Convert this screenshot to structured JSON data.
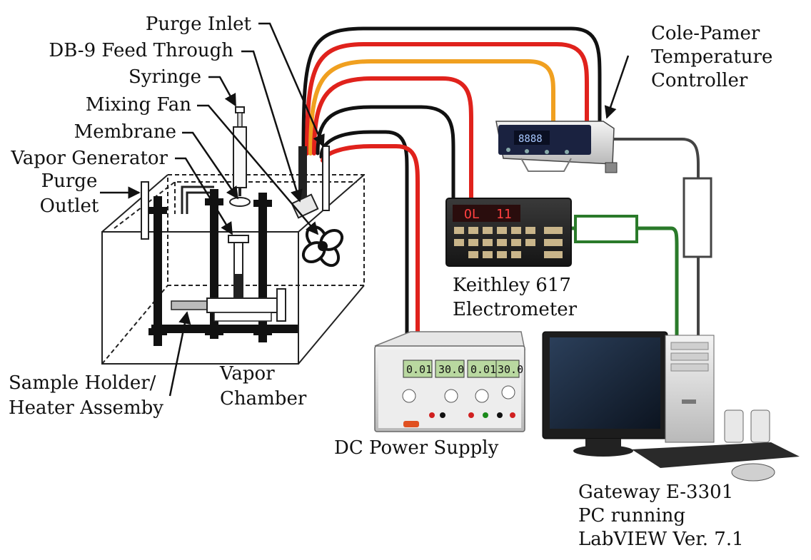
{
  "labels": {
    "purge_inlet": "Purge Inlet",
    "db9_feed_through": "DB-9 Feed Through",
    "syringe": "Syringe",
    "mixing_fan": "Mixing Fan",
    "membrane": "Membrane",
    "vapor_generator": "Vapor Generator",
    "purge_outlet_line1": "Purge",
    "purge_outlet_line2": "Outlet",
    "sample_holder_line1": "Sample Holder/",
    "sample_holder_line2": "Heater Assemby",
    "vapor_chamber_line1": "Vapor",
    "vapor_chamber_line2": "Chamber",
    "temp_ctrl_line1": "Cole-Pamer",
    "temp_ctrl_line2": "Temperature",
    "temp_ctrl_line3": "Controller",
    "electrometer_line1": "Keithley 617",
    "electrometer_line2": "Electrometer",
    "dc_power_supply": "DC Power Supply",
    "pc_line1": "Gateway E-3301",
    "pc_line2": "PC running",
    "pc_line3": "LabVIEW Ver. 7.1"
  },
  "devices": {
    "power_supply_readouts": [
      "0.01",
      "30.0",
      "0.01",
      "30.0"
    ],
    "electrometer_readout": "OL",
    "electrometer_readout_2": "11"
  },
  "colors": {
    "wire_black": "#111111",
    "wire_red": "#e0221c",
    "wire_orange": "#f0a020",
    "wire_green": "#2a7a2a",
    "wire_gray": "#444444"
  }
}
